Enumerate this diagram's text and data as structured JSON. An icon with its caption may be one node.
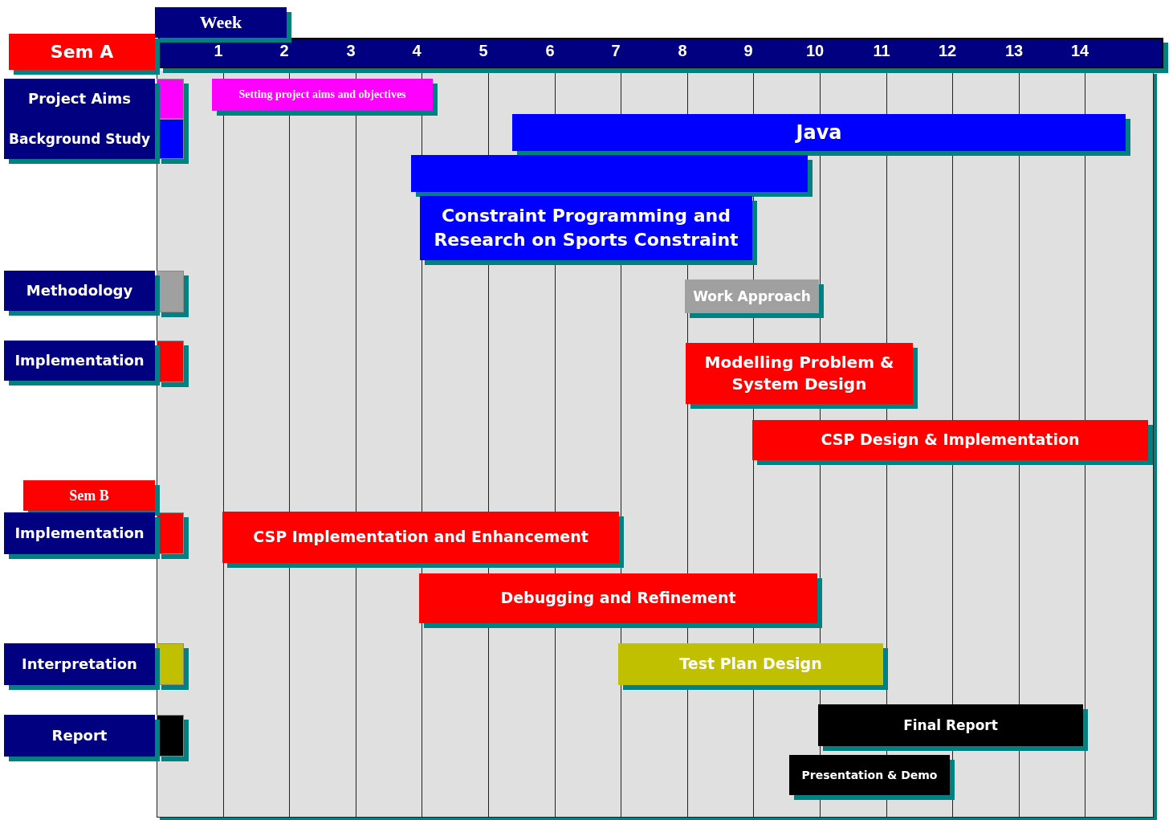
{
  "diagram": {
    "nodes": [
      {
        "text": [
          "Week"
        ]
      },
      {
        "text": [
          "Sem A"
        ]
      },
      {
        "text": [
          "Project Aims"
        ]
      },
      {
        "text": [
          "Setting project aims and objectives"
        ]
      },
      {
        "text": [
          "Background Study"
        ]
      },
      {
        "text": [
          "Java"
        ]
      },
      {
        "text": [],
        "shape": "bar"
      },
      {
        "text": [
          "Constraint Programming and Research on Sports Constraint"
        ]
      },
      {
        "text": [
          "Methodology"
        ]
      },
      {
        "text": [
          "Work Approach"
        ]
      },
      {
        "text": [
          "Implementation"
        ]
      },
      {
        "text": [
          "Modelling Problem & System Design"
        ]
      },
      {
        "text": [
          "CSP Design & Implementation"
        ]
      },
      {
        "text": [
          "Sem B"
        ]
      },
      {
        "text": [
          "Implementation"
        ]
      },
      {
        "text": [
          "CSP Implementation and Enhancement"
        ]
      },
      {
        "text": [
          "Debugging and Refinement"
        ]
      },
      {
        "text": [
          "Interpretation"
        ]
      },
      {
        "text": [
          "Test Plan Design"
        ]
      },
      {
        "text": [
          "Report"
        ]
      },
      {
        "text": [
          "Final Report"
        ]
      },
      {
        "text": [
          "Presentation & Demo"
        ]
      }
    ],
    "labels": [
      "1",
      "2",
      "3",
      "4",
      "5",
      "6",
      "7",
      "8",
      "9",
      "10",
      "11",
      "12",
      "13",
      "14"
    ]
  }
}
